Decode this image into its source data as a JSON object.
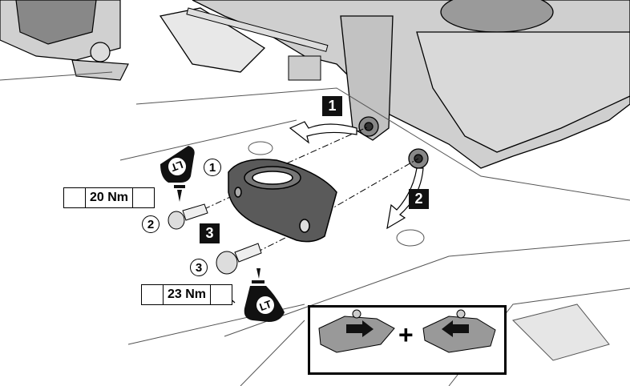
{
  "torque_specs": [
    {
      "callout": "2",
      "value": "20 Nm",
      "icon": "warning-triangle-icon",
      "tool": "torque-wrench-icon"
    },
    {
      "callout": "3",
      "value": "23 Nm",
      "icon": "warning-triangle-icon",
      "tool": "torque-wrench-icon"
    }
  ],
  "callouts": [
    "1",
    "2",
    "3"
  ],
  "steps": [
    "1",
    "2",
    "3"
  ],
  "threadlocker_label": "LT",
  "inset": {
    "plus": "+"
  },
  "colors": {
    "part_grey": "#cfcfcf",
    "dark_part": "#5a5a5a",
    "ink": "#000000"
  }
}
